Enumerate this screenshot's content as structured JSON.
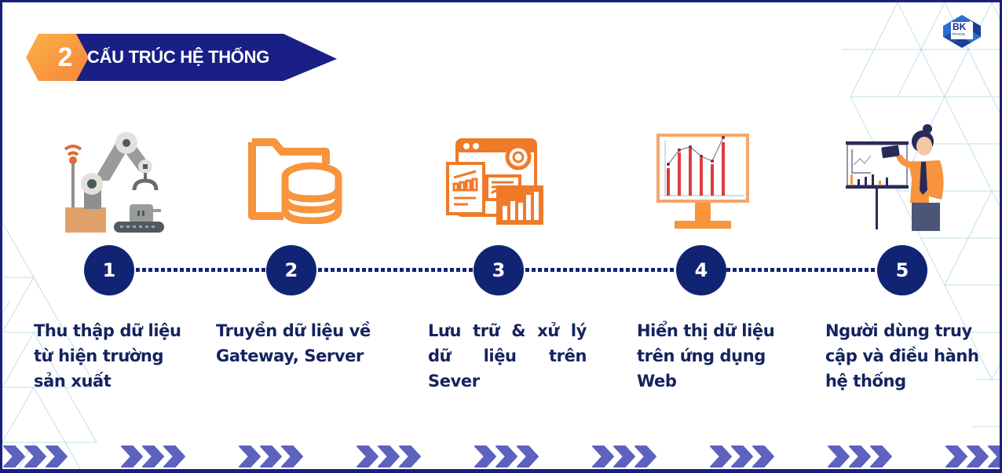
{
  "header": {
    "section_number": "2",
    "title": "CẤU TRÚC HỆ THỐNG"
  },
  "logo": {
    "text": "BK",
    "subtext": "TP.HCM"
  },
  "colors": {
    "navy": "#112473",
    "banner_blue": "#1a1f86",
    "orange": "#f7943c",
    "chevron": "#5c62bd",
    "text": "#14235f",
    "pattern": "#a9d6e0"
  },
  "steps": [
    {
      "number": "1",
      "icon": "robot-arm-icon",
      "label": "Thu thập dữ liệu từ hiện trường sản xuất"
    },
    {
      "number": "2",
      "icon": "folder-database-icon",
      "label": "Truyền dữ liệu về Gateway, Server"
    },
    {
      "number": "3",
      "icon": "data-analytics-icon",
      "label": "Lưu trữ & xử lý dữ liệu trên Sever"
    },
    {
      "number": "4",
      "icon": "monitor-chart-icon",
      "label": "Hiển thị dữ liệu trên ứng dụng Web"
    },
    {
      "number": "5",
      "icon": "presenter-woman-icon",
      "label": "Người dùng truy cập và điều hành hệ thống"
    }
  ],
  "footer": {
    "chevron_groups": 9,
    "chevrons_per_group": 3
  }
}
